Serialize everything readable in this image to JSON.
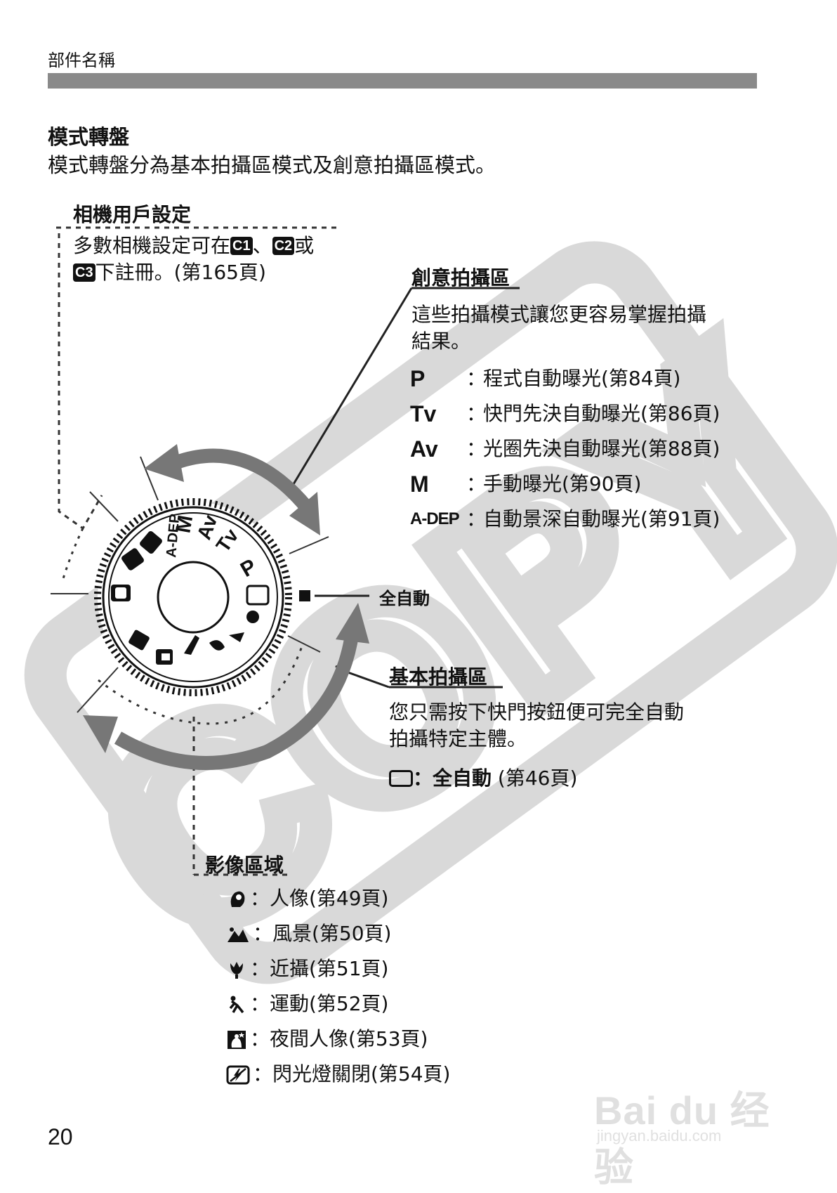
{
  "header": {
    "section": "部件名稱",
    "page_number": "20"
  },
  "intro": {
    "title": "模式轉盤",
    "text": "模式轉盤分為基本拍攝區模式及創意拍攝區模式。"
  },
  "camera_user": {
    "title": "相機用戶設定",
    "line1_a": "多數相機設定可在",
    "c1": "C1",
    "sep": "、",
    "c2": "C2",
    "line1_b": "或",
    "c3": "C3",
    "line2": "下註冊。(第165頁)"
  },
  "creative_zone": {
    "title": "創意拍攝區",
    "line1": "這些拍攝模式讓您更容易掌握拍攝",
    "line2": "結果。",
    "modes": [
      {
        "symbol": "P",
        "desc": "程式自動曝光(第84頁)"
      },
      {
        "symbol": "Tv",
        "desc": "快門先決自動曝光(第86頁)"
      },
      {
        "symbol": "Av",
        "desc": "光圈先決自動曝光(第88頁)"
      },
      {
        "symbol": "M",
        "desc": "手動曝光(第90頁)"
      },
      {
        "symbol": "A-DEP",
        "desc": "自動景深自動曝光(第91頁)"
      }
    ],
    "separator": "："
  },
  "dial_labels": {
    "full_auto": "全自動"
  },
  "basic_zone": {
    "title": "基本拍攝區",
    "line1": "您只需按下快門按鈕便可完全自動",
    "line2": "拍攝特定主體。",
    "full_auto_label": "：全自動",
    "full_auto_page": " (第46頁)"
  },
  "image_zone": {
    "title": "影像區域",
    "items": [
      {
        "icon": "portrait-icon",
        "text": "：人像(第49頁)"
      },
      {
        "icon": "landscape-icon",
        "text": "：風景(第50頁)"
      },
      {
        "icon": "macro-icon",
        "text": "：近攝(第51頁)"
      },
      {
        "icon": "sports-icon",
        "text": "：運動(第52頁)"
      },
      {
        "icon": "night-portrait-icon",
        "text": "：夜間人像(第53頁)"
      },
      {
        "icon": "flash-off-icon",
        "text": "：閃光燈關閉(第54頁)"
      }
    ]
  },
  "watermark": {
    "text": "COPY",
    "color": "#d9d9d9"
  },
  "baidu_watermark": {
    "logo": "Bai du 经验",
    "url": "jingyan.baidu.com"
  }
}
